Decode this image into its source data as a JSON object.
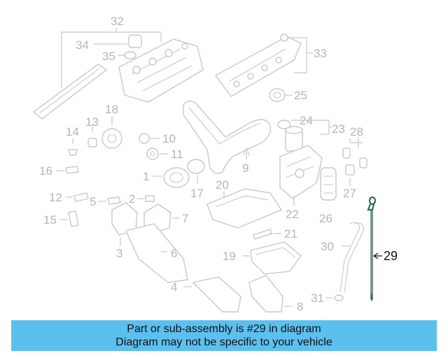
{
  "diagram": {
    "callouts": [
      "1",
      "2",
      "3",
      "4",
      "5",
      "6",
      "7",
      "8",
      "9",
      "10",
      "11",
      "12",
      "13",
      "14",
      "15",
      "16",
      "17",
      "18",
      "19",
      "20",
      "21",
      "22",
      "23",
      "24",
      "25",
      "26",
      "27",
      "28",
      "29",
      "30",
      "31",
      "32",
      "33",
      "34",
      "35"
    ],
    "highlighted_part": "29",
    "colors": {
      "line_art": "#c8c8c8",
      "callout_text": "#b5b5b5",
      "highlight_part": "#2e6b60",
      "highlight_text": "#111111",
      "banner_background": "#5cc0ef"
    }
  },
  "banner": {
    "line1": "Part or sub-assembly is #29 in diagram",
    "line2": "Diagram may not be specific to your vehicle"
  }
}
